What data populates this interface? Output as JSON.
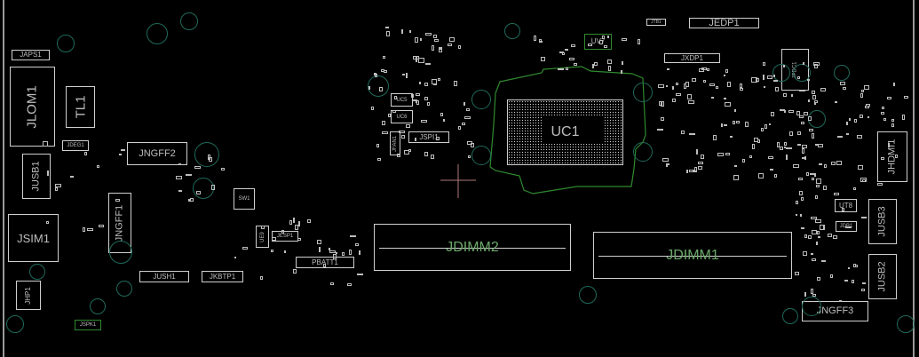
{
  "board": {
    "title": "PCB boardview",
    "colors": {
      "background": "#000000",
      "outline": "#cfcfcf",
      "copper_outline": "#2f8a2f",
      "hole": "#1f6a5a",
      "cursor": "#b07a7a"
    },
    "components": {
      "JAPS1": "JAPS1",
      "JLOM1": "JLOM1",
      "TL1": "TL1",
      "JDEG1": "JDEG1",
      "JUSB1": "JUSB1",
      "JSIM1": "JSIM1",
      "JNGFF2": "JNGFF2",
      "JNGFF1": "JNGFF1",
      "JHP1": "JHP1",
      "JSPK1": "JSPK1",
      "JUSH1": "JUSH1",
      "JKBTP1": "JKBTP1",
      "SW1": "SW1",
      "UE9": "UE9",
      "JESP1": "JESP1",
      "PBATT1": "PBATT1",
      "JDIMM2": "JDIMM2",
      "JDIMM1": "JDIMM1",
      "UC5": "UC5",
      "UC6": "UC6",
      "JFAN1": "JFAN1",
      "JSPI1": "JSPI1",
      "UC1": "UC1",
      "UV7": "UV7",
      "JEDP1": "JEDP1",
      "JXDP1": "JXDP1",
      "JPDC1": "JPDC1",
      "JHDMI1": "JHDMI1",
      "UT8": "UT8",
      "JDB1": "JDB1",
      "JUSB3": "JUSB3",
      "JUSB2": "JUSB2",
      "JNGFF3": "JNGFF3",
      "JTB1": "JTB1"
    }
  }
}
